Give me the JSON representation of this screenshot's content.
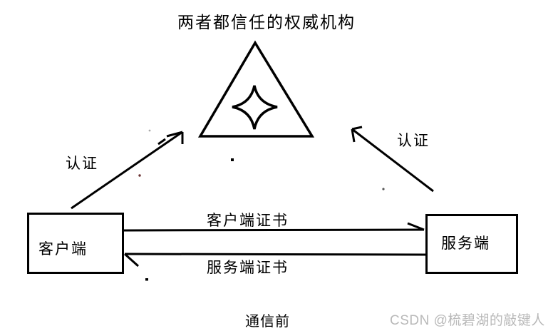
{
  "diagram": {
    "title": "两者都信任的权威机构",
    "nodes": {
      "client": {
        "label": "客户端"
      },
      "server": {
        "label": "服务端"
      },
      "authority": {
        "shape": "triangle-with-four-point-star"
      }
    },
    "edges": {
      "client_auth": {
        "label": "认证",
        "from": "client",
        "to": "authority"
      },
      "server_auth": {
        "label": "认证",
        "from": "server",
        "to": "authority"
      },
      "client_cert": {
        "label": "客户端证书",
        "from": "client",
        "to": "server"
      },
      "server_cert": {
        "label": "服务端证书",
        "from": "server",
        "to": "client"
      }
    },
    "caption": "通信前"
  },
  "watermark": {
    "text": "CSDN @梳碧湖的敲键人",
    "color": "#b9b9b9"
  },
  "colors": {
    "ink": "#000000",
    "background": "#ffffff"
  }
}
